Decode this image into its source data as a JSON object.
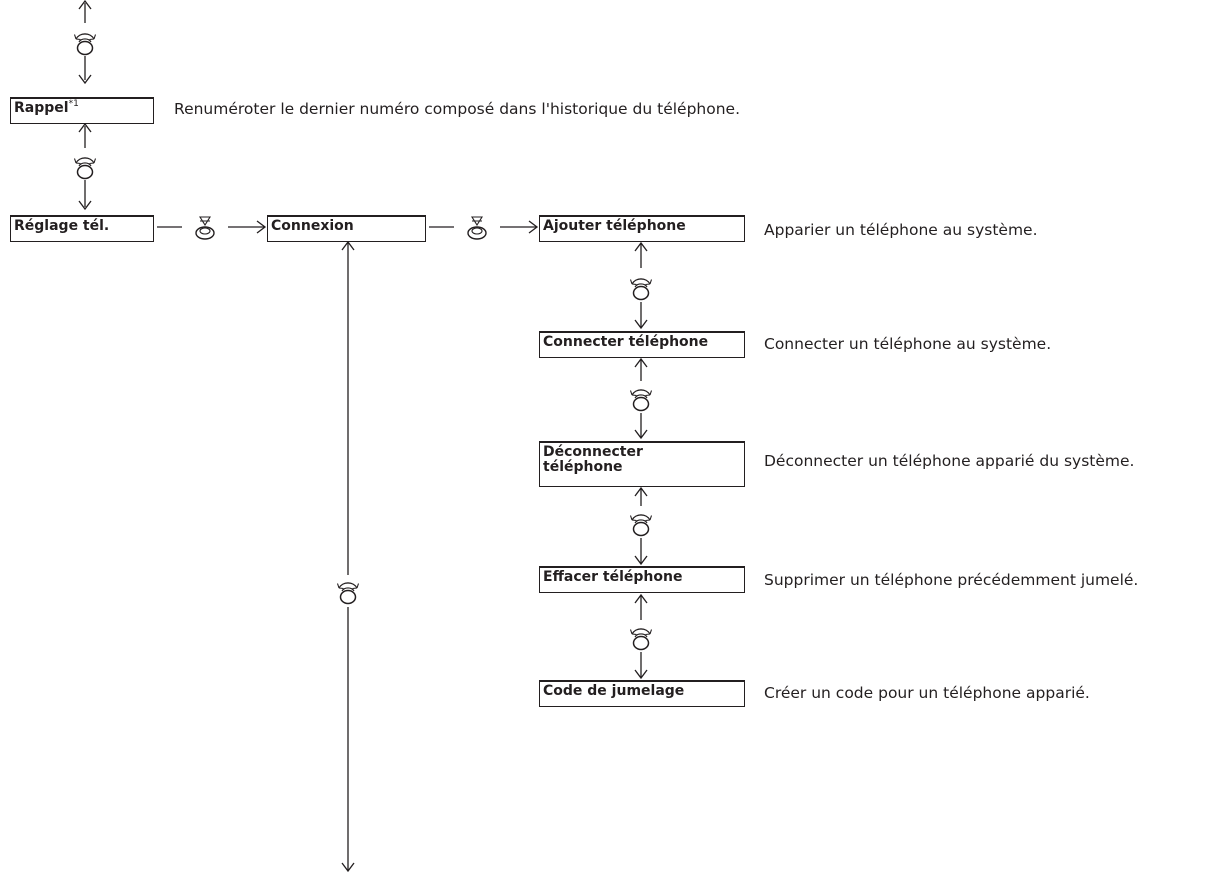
{
  "menu": {
    "rappel": {
      "label": "Rappel",
      "footnote": "*1",
      "desc": "Renuméroter le dernier numéro composé dans l'historique du téléphone."
    },
    "reglage_tel": {
      "label": "Réglage tél."
    },
    "connexion": {
      "label": "Connexion"
    },
    "ajouter": {
      "label": "Ajouter téléphone",
      "desc": "Apparier un téléphone au système."
    },
    "connecter": {
      "label": "Connecter téléphone",
      "desc": "Connecter un téléphone au système."
    },
    "deconnecter": {
      "label_line1": "Déconnecter",
      "label_line2": "téléphone",
      "desc": "Déconnecter un téléphone apparié du système."
    },
    "effacer": {
      "label": "Effacer téléphone",
      "desc": "Supprimer un téléphone précédemment jumelé."
    },
    "code": {
      "label": "Code de jumelage",
      "desc": "Créer un code pour un téléphone apparié."
    }
  },
  "icons": {
    "rotate": "rotate-knob-icon",
    "press": "press-knob-icon"
  },
  "colors": {
    "ink": "#231f20",
    "background": "#ffffff"
  }
}
